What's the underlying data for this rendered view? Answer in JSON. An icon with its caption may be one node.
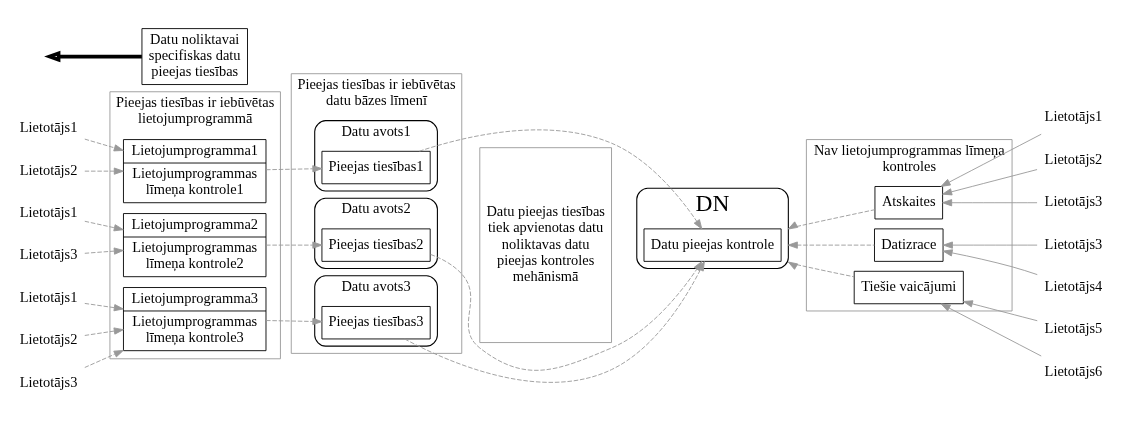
{
  "diagram": {
    "nodes": [
      {
        "text": [
          "Pieejas tiesības ir iebūvētas lietojumprogrammā"
        ]
      },
      {
        "text": [
          "Lietojumprogramma1",
          "Lietojumprogrammas līmeņa kontrole1"
        ],
        "in": 0
      },
      {
        "text": [
          "Lietojumprogramma2",
          "Lietojumprogrammas līmeņa kontrole2"
        ],
        "in": 0
      },
      {
        "text": [
          "Lietojumprogramma3",
          "Lietojumprogrammas līmeņa kontrole3"
        ],
        "in": 0
      },
      {
        "text": [
          "Pieejas tiesības ir iebūvētas datu bāzes līmenī"
        ]
      },
      {
        "text": [
          "Datu avots1"
        ],
        "in": 4
      },
      {
        "text": [
          "Pieejas tiesības1"
        ],
        "in": 5
      },
      {
        "text": [
          "Datu avots2"
        ],
        "in": 4
      },
      {
        "text": [
          "Pieejas tiesības2"
        ],
        "in": 7
      },
      {
        "text": [
          "Datu avots3"
        ],
        "in": 4
      },
      {
        "text": [
          "Pieejas tiesības3"
        ],
        "in": 9
      },
      {
        "text": [
          "Datu pieejas tiesības tiek apvienotas datu noliktavas datu pieejas kontroles mehānismā"
        ]
      },
      {
        "text": [
          "DN"
        ]
      },
      {
        "text": [
          "Datu pieejas kontrole"
        ],
        "in": 12
      },
      {
        "text": [
          "Datu noliktavai specifiskas datu pieejas tiesības"
        ]
      },
      {
        "text": [
          "Nav lietojumprogrammas līmeņa kontroles"
        ]
      },
      {
        "text": [
          "Atskaites"
        ],
        "in": 15
      },
      {
        "text": [
          "Datizrace"
        ],
        "in": 15
      },
      {
        "text": [
          "Tiešie vaicājumi"
        ],
        "in": 15
      },
      {
        "text": [
          "Lietotājs1"
        ]
      },
      {
        "text": [
          "Lietotājs2"
        ]
      },
      {
        "text": [
          "Lietotājs1"
        ]
      },
      {
        "text": [
          "Lietotājs3"
        ]
      },
      {
        "text": [
          "Lietotājs1"
        ]
      },
      {
        "text": [
          "Lietotājs2"
        ]
      },
      {
        "text": [
          "Lietotājs3"
        ]
      },
      {
        "text": [
          "Lietotājs1"
        ]
      },
      {
        "text": [
          "Lietotājs2"
        ]
      },
      {
        "text": [
          "Lietotājs3"
        ]
      },
      {
        "text": [
          "Lietotājs3"
        ]
      },
      {
        "text": [
          "Lietotājs4"
        ]
      },
      {
        "text": [
          "Lietotājs5"
        ]
      },
      {
        "text": [
          "Lietotājs6"
        ]
      }
    ],
    "edges": [
      {
        "from": 19,
        "to": 1,
        "arrow": "to",
        "style": "dashed"
      },
      {
        "from": 20,
        "to": 1,
        "arrow": "to",
        "style": "dashed"
      },
      {
        "from": 21,
        "to": 2,
        "arrow": "to",
        "style": "dashed"
      },
      {
        "from": 22,
        "to": 2,
        "arrow": "to",
        "style": "dashed"
      },
      {
        "from": 23,
        "to": 3,
        "arrow": "to",
        "style": "dashed"
      },
      {
        "from": 24,
        "to": 3,
        "arrow": "to",
        "style": "dashed"
      },
      {
        "from": 25,
        "to": 3,
        "arrow": "to",
        "style": "dashed"
      },
      {
        "from": 1,
        "to": 6,
        "arrow": "to",
        "style": "dashed"
      },
      {
        "from": 2,
        "to": 8,
        "arrow": "to",
        "style": "dashed"
      },
      {
        "from": 3,
        "to": 10,
        "arrow": "to",
        "style": "dashed"
      },
      {
        "from": 6,
        "to": 13,
        "arrow": "to",
        "style": "dashed"
      },
      {
        "from": 8,
        "to": 13,
        "arrow": "to",
        "style": "dashed"
      },
      {
        "from": 10,
        "to": 13,
        "arrow": "to",
        "style": "dashed"
      },
      {
        "from": 16,
        "to": 12,
        "arrow": "to",
        "style": "dashed"
      },
      {
        "from": 17,
        "to": 12,
        "arrow": "to",
        "style": "dashed"
      },
      {
        "from": 18,
        "to": 12,
        "arrow": "to",
        "style": "dashed"
      },
      {
        "from": 26,
        "to": 16,
        "arrow": "to"
      },
      {
        "from": 27,
        "to": 16,
        "arrow": "to"
      },
      {
        "from": 28,
        "to": 16,
        "arrow": "to"
      },
      {
        "from": 29,
        "to": 17,
        "arrow": "to"
      },
      {
        "from": 30,
        "to": 17,
        "arrow": "to"
      },
      {
        "from": 31,
        "to": 18,
        "arrow": "to"
      },
      {
        "from": 32,
        "to": 18,
        "arrow": "to"
      },
      {
        "from": 14,
        "to": null,
        "arrow": "to",
        "style": "thick",
        "color": "#000000"
      }
    ]
  }
}
